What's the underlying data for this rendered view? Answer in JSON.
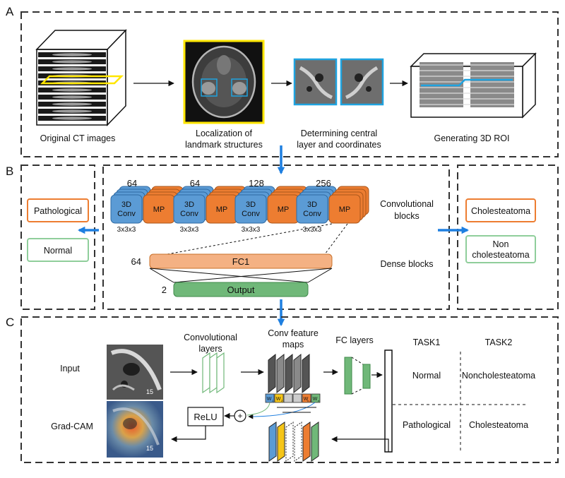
{
  "panel_a": {
    "letter": "A",
    "steps": [
      {
        "lines": [
          "Original CT images"
        ]
      },
      {
        "lines": [
          "Localization of",
          "landmark structures"
        ]
      },
      {
        "lines": [
          "Determining central",
          "layer and coordinates"
        ]
      },
      {
        "lines": [
          "Generating 3D ROI"
        ]
      }
    ]
  },
  "panel_b": {
    "letter": "B",
    "left_outputs": [
      "Pathological",
      "Normal"
    ],
    "right_outputs": [
      "Cholesteatoma",
      "Non",
      "cholesteatoma"
    ],
    "filters": [
      "64",
      "64",
      "128",
      "256"
    ],
    "conv_label": [
      "3D",
      "Conv"
    ],
    "pool_label": "MP",
    "kernel_label": "3x3x3",
    "conv_blocks_label": [
      "Convolutional",
      "blocks"
    ],
    "dense_blocks_label": "Dense blocks",
    "fc1": {
      "units": "64",
      "label": "FC1"
    },
    "output": {
      "units": "2",
      "label": "Output"
    }
  },
  "panel_c": {
    "letter": "C",
    "input_label": "Input",
    "gradcam_label": "Grad-CAM",
    "slice_number": "15",
    "conv_layers_label": [
      "Convolutional",
      "layers"
    ],
    "feature_maps_label": [
      "Conv feature",
      "maps"
    ],
    "fc_layers_label": "FC layers",
    "weights": [
      "W",
      "W",
      "W",
      "W"
    ],
    "weight_subscripts": [
      "1",
      "2",
      "n-1",
      "n"
    ],
    "relu_label": "ReLU",
    "plus_label": "+",
    "task_table": {
      "headers": [
        "TASK1",
        "TASK2"
      ],
      "rows": [
        [
          "Normal",
          "Noncholesteatoma"
        ],
        [
          "Pathological",
          "Cholesteatoma"
        ]
      ]
    }
  },
  "colors": {
    "conv_blue": "#5b9bd5",
    "pool_orange": "#ed7d31",
    "fc_orange": "#f4b183",
    "output_green": "#70b879",
    "arrow_blue": "#1e7fe0",
    "pathological_border": "#ed7d31",
    "normal_border": "#8fce9b",
    "roi_yellow": "#ffe600",
    "roi_cyan": "#1fa3e0"
  }
}
